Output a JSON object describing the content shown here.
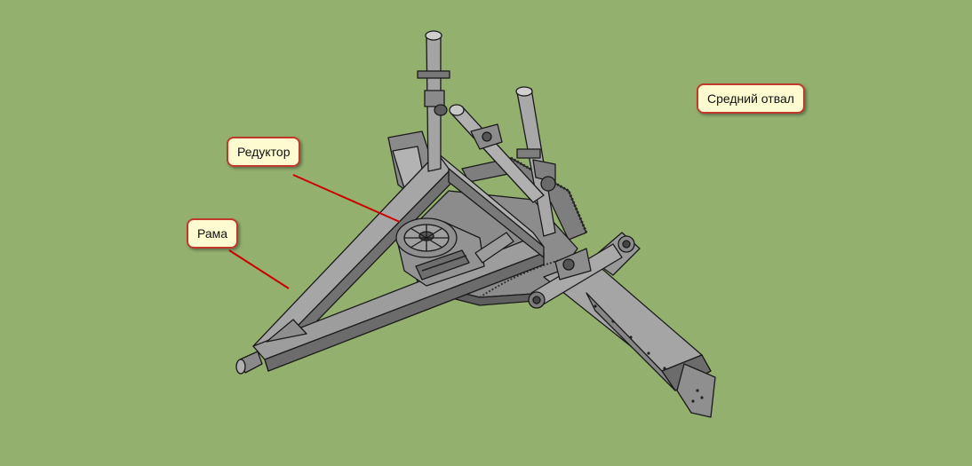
{
  "labels": {
    "reducer": "Редуктор",
    "frame": "Рама",
    "middle_blade": "Средний отвал"
  },
  "colors": {
    "background": "#93b06f",
    "metal": "#9a9a9a",
    "metal_dark": "#5c5c5c",
    "outline": "#1a1a1a",
    "callout_fill": "#fffbd0",
    "callout_border": "#c0392b",
    "leader": "#cc0000"
  }
}
